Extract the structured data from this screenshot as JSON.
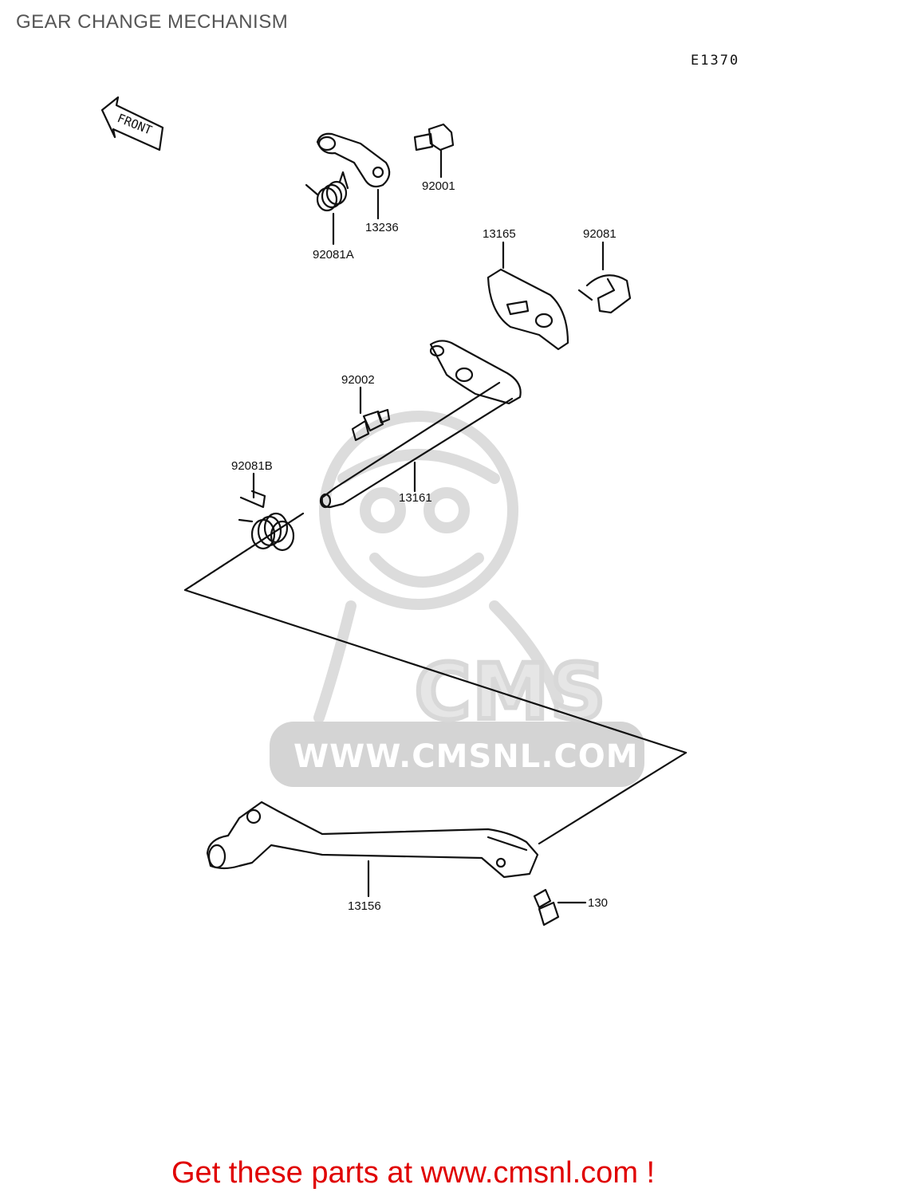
{
  "page": {
    "title": "GEAR CHANGE MECHANISM",
    "diagram_code": "E1370",
    "front_arrow_label": "FRONT"
  },
  "watermark": {
    "brand": "CMS",
    "url": "WWW.CMSNL.COM"
  },
  "parts": [
    {
      "id": "p-92001",
      "label": "92001"
    },
    {
      "id": "p-13236",
      "label": "13236"
    },
    {
      "id": "p-92081a",
      "label": "92081A"
    },
    {
      "id": "p-13165",
      "label": "13165"
    },
    {
      "id": "p-92081",
      "label": "92081"
    },
    {
      "id": "p-92002",
      "label": "92002"
    },
    {
      "id": "p-92081b",
      "label": "92081B"
    },
    {
      "id": "p-13161",
      "label": "13161"
    },
    {
      "id": "p-13156",
      "label": "13156"
    },
    {
      "id": "p-130",
      "label": "130"
    }
  ],
  "footer": {
    "cta": "Get these parts at www.cmsnl.com !",
    "cta_color": "#e00000"
  }
}
